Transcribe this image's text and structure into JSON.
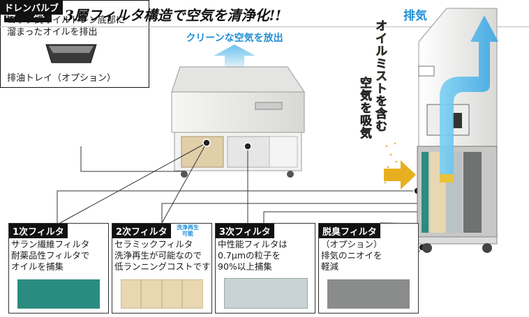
{
  "header": {
    "tag": "構 造",
    "title": "3層フィルタ構造で空気を清浄化!!"
  },
  "labels": {
    "clean_air": "クリーンな空気を放出",
    "exhaust": "排気",
    "oil_mist_1": "オイルミストを含む",
    "oil_mist_2": "空気を吸気"
  },
  "drain": {
    "title": "ドレンバルブ",
    "description_line1": "コック式オイルドレン底部に",
    "description_line2": "溜まったオイルを排出",
    "tray": "排油トレイ（オプション）"
  },
  "filters": [
    {
      "title": "1次フィルタ",
      "line1": "サラン繊維フィルタ",
      "line2": "耐薬品性フィルタで",
      "line3": "オイルを捕集",
      "color": "#2a8c80"
    },
    {
      "title": "2次フィルタ",
      "badge_line1": "洗浄再生",
      "badge_line2": "可能",
      "line1": "セラミックフィルタ",
      "line2": "洗浄再生が可能なので",
      "line3": "低ランニングコストです",
      "color": "#e8d7b0"
    },
    {
      "title": "3次フィルタ",
      "line1": "中性能フィルタは",
      "line2": "0.7μmの粒子を",
      "line3": "90%以上捕集",
      "color": "#b9c3c6"
    },
    {
      "title": "脱臭フィルタ",
      "line1": "（オプション）",
      "line2": "排気のニオイを",
      "line3": "軽減",
      "color": "#8a8c8c"
    }
  ],
  "colors": {
    "accent_blue": "#1f8fd6",
    "header_black": "#111111",
    "arrow_yellow": "#f3c22b"
  }
}
